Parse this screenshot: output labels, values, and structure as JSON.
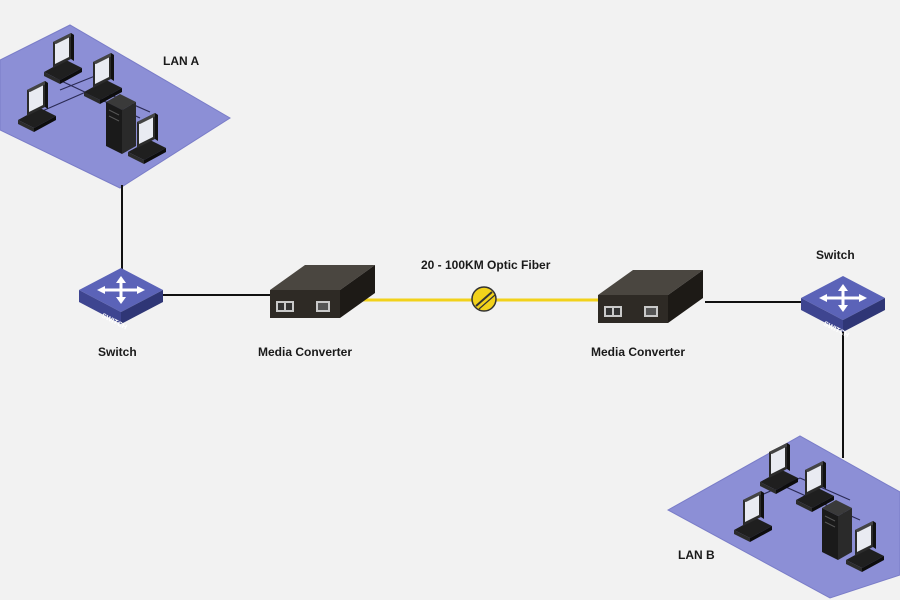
{
  "labels": {
    "lan_a": "LAN A",
    "lan_b": "LAN B",
    "switch_left": "Switch",
    "switch_right": "Switch",
    "converter_left": "Media Converter",
    "converter_right": "Media Converter",
    "fiber": "20 - 100KM Optic Fiber",
    "switch_badge": "SWITCH"
  },
  "colors": {
    "background": "#f2f2f2",
    "lan_platform": "#8c8fd6",
    "switch_body": "#5b63b8",
    "fiber": "#f2d21b",
    "copper_cable": "#111111",
    "converter_body": "#3a3630"
  },
  "icons": {
    "computer": "computer-icon",
    "server_tower": "server-tower-icon",
    "switch": "switch-icon",
    "media_converter": "media-converter-icon",
    "fiber_connector": "fiber-connector-icon"
  }
}
